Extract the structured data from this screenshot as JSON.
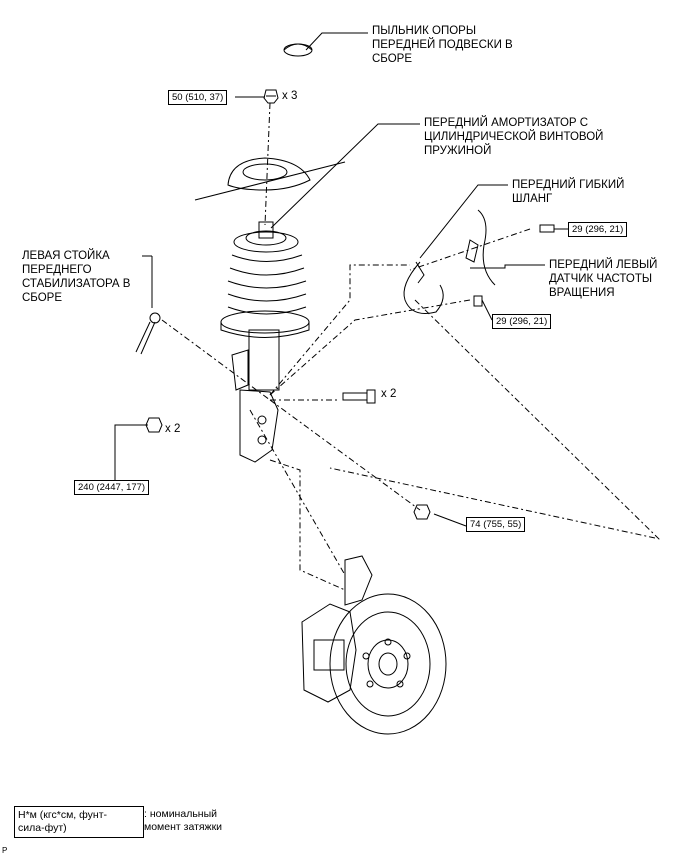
{
  "labels": {
    "dust_cover": [
      "ПЫЛЬНИК ОПОРЫ",
      "ПЕРЕДНЕЙ ПОДВЕСКИ В",
      "СБОРЕ"
    ],
    "shock_absorber": [
      "ПЕРЕДНИЙ АМОРТИЗАТОР С",
      "ЦИЛИНДРИЧЕСКОЙ ВИНТОВОЙ",
      "ПРУЖИНОЙ"
    ],
    "flexible_hose": [
      "ПЕРЕДНИЙ ГИБКИЙ",
      "ШЛАНГ"
    ],
    "speed_sensor": [
      "ПЕРЕДНИЙ ЛЕВЫЙ",
      "ДАТЧИК ЧАСТОТЫ",
      "ВРАЩЕНИЯ"
    ],
    "stabilizer_link": [
      "ЛЕВАЯ СТОЙКА",
      "ПЕРЕДНЕГО",
      "СТАБИЛИЗАТОРА В",
      "СБОРЕ"
    ]
  },
  "torques": {
    "top_nut": "50 (510, 37)",
    "sensor_bolt_upper": "29 (296, 21)",
    "sensor_bolt_lower": "29 (296, 21)",
    "strut_nut": "240 (2447, 177)",
    "link_nut": "74 (755, 55)"
  },
  "quantities": {
    "top_nut": "x 3",
    "strut_bolt": "x 2",
    "strut_nut": "x 2"
  },
  "legend": {
    "unit_line1": "Н*м (кгс*см, фунт-",
    "unit_line2": "сила-фут)",
    "desc_line1": ": номинальный",
    "desc_line2": "момент затяжки"
  },
  "corner_mark": "P"
}
